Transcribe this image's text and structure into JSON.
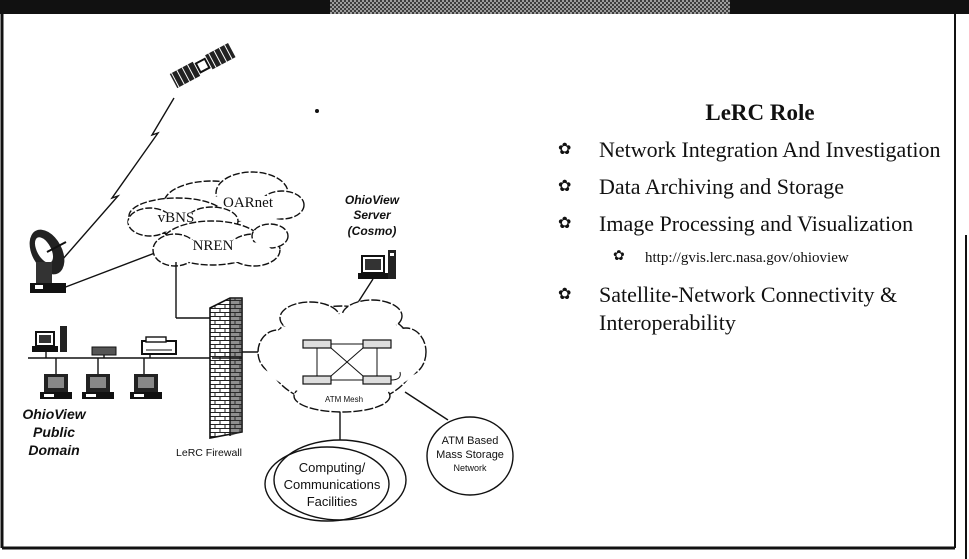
{
  "diagram": {
    "clouds": {
      "oarnet": "OARnet",
      "vbns": "vBNS",
      "nren": "NREN"
    },
    "server_label": [
      "OhioView",
      "Server",
      "(Cosmo)"
    ],
    "public_domain_label": [
      "OhioView",
      "Public",
      "Domain"
    ],
    "firewall_label": "LeRC Firewall",
    "atm_mesh_label": "ATM Mesh",
    "mass_storage_label": [
      "ATM Based",
      "Mass Storage",
      "Network"
    ],
    "computing_label": [
      "Computing/",
      "Communications",
      "Facilities"
    ]
  },
  "role": {
    "title": "LeRC Role",
    "bullet_glyph": "✿",
    "items": [
      "Network Integration And Investigation",
      "Data Archiving and Storage",
      "Image Processing and Visualization"
    ],
    "url": "http://gvis.lerc.nasa.gov/ohioview",
    "last_item": "Satellite-Network Connectivity & Interoperability"
  }
}
